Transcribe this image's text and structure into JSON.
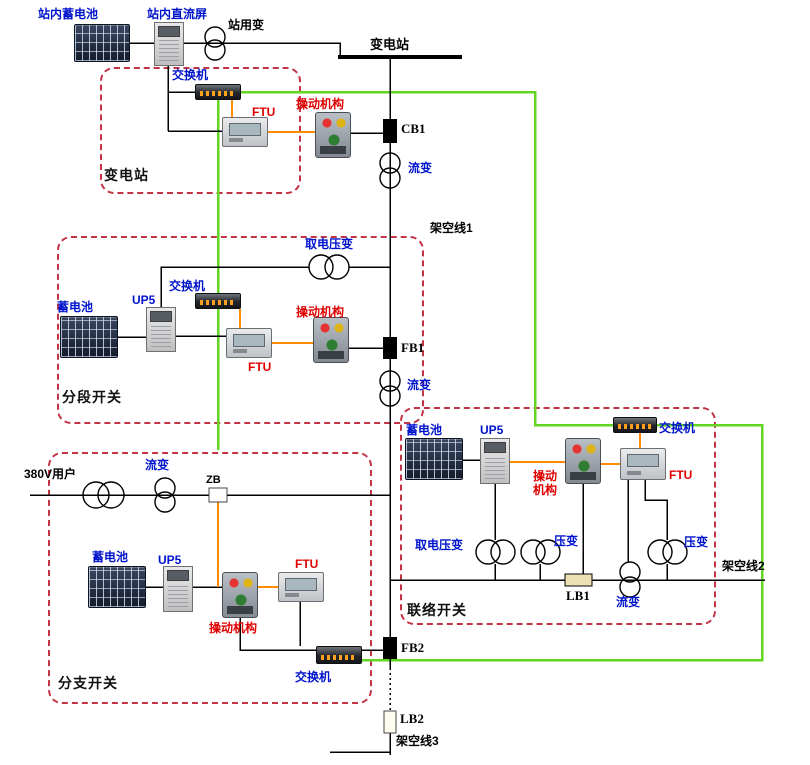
{
  "colors": {
    "label_blue": "#0013cc",
    "label_red": "#e00000",
    "fiber_green": "#62d620",
    "cable_orange": "#ff8c00",
    "zone_dashed_red": "#c23345"
  },
  "top": {
    "station_battery": "站内蓄电池",
    "station_dc_panel": "站内直流屏",
    "station_transformer": "站用变",
    "substation": "变电站"
  },
  "areas": {
    "substation": "变电站",
    "section_switch": "分段开关",
    "branch_switch": "分支开关",
    "tie_switch": "联络开关"
  },
  "terms": {
    "switch": "交换机",
    "ftu": "FTU",
    "mechanism": "操动机构",
    "battery": "蓄电池",
    "up5": "UP5",
    "ct": "流变",
    "vt": "压变",
    "vt_pickup": "取电压变"
  },
  "equipment_codes": {
    "cb1": "CB1",
    "fb1": "FB1",
    "fb2": "FB2",
    "lb1": "LB1",
    "lb2": "LB2",
    "zb": "ZB"
  },
  "lines": {
    "overhead1": "架空线1",
    "overhead2": "架空线2",
    "overhead3": "架空线3"
  },
  "user": {
    "label": "380V用户"
  }
}
